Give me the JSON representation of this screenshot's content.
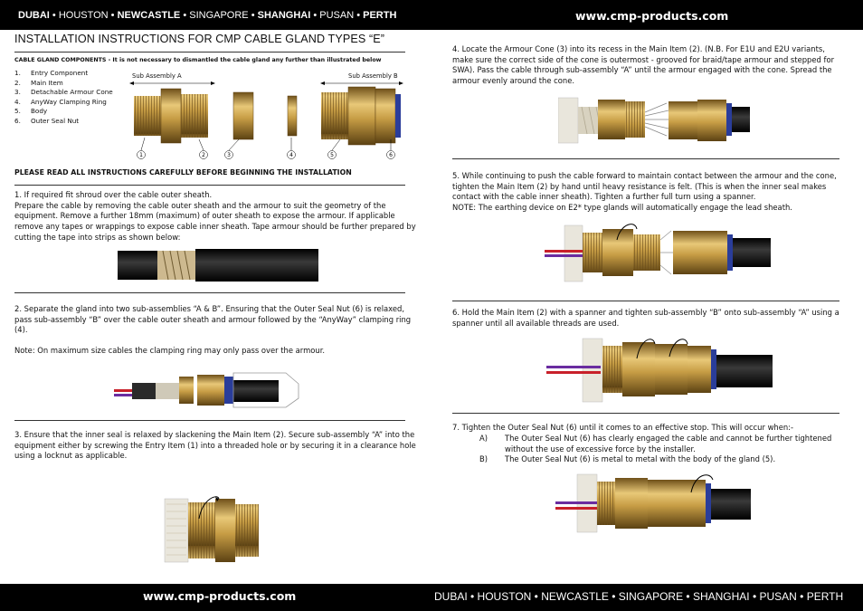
{
  "header": {
    "cities": [
      {
        "text": "DUBAI",
        "bold": true
      },
      {
        "text": " • ",
        "bold": false
      },
      {
        "text": "HOUSTON",
        "bold": false
      },
      {
        "text": " • ",
        "bold": false
      },
      {
        "text": "NEWCASTLE",
        "bold": true
      },
      {
        "text": " • ",
        "bold": false
      },
      {
        "text": "SINGAPORE",
        "bold": false
      },
      {
        "text": " • ",
        "bold": false
      },
      {
        "text": "SHANGHAI",
        "bold": true
      },
      {
        "text": "  • ",
        "bold": false
      },
      {
        "text": "PUSAN",
        "bold": false
      },
      {
        "text": " • ",
        "bold": false
      },
      {
        "text": "PERTH",
        "bold": true
      }
    ],
    "url": "www.cmp-products.com"
  },
  "footer": {
    "url": "www.cmp-products.com",
    "cities": "DUBAI • HOUSTON • NEWCASTLE • SINGAPORE • SHANGHAI  • PUSAN • PERTH"
  },
  "title": "INSTALLATION INSTRUCTIONS FOR CMP CABLE GLAND TYPES “E”",
  "components_caution": "CABLE GLAND COMPONENTS - It is not necessary to dismantled the cable gland any further than illustrated below",
  "components": [
    {
      "n": "1.",
      "label": "Entry Component"
    },
    {
      "n": "2.",
      "label": "Main Item"
    },
    {
      "n": "3.",
      "label": "Detachable Armour Cone"
    },
    {
      "n": "4.",
      "label": "AnyWay Clamping Ring"
    },
    {
      "n": "5.",
      "label": "Body"
    },
    {
      "n": "6.",
      "label": "Outer Seal Nut"
    }
  ],
  "sub_assembly_a": "Sub Assembly A",
  "sub_assembly_b": "Sub Assembly B",
  "callouts": [
    "1",
    "2",
    "3",
    "4",
    "5",
    "6"
  ],
  "warning": "PLEASE READ ALL INSTRUCTIONS CAREFULLY BEFORE BEGINNING THE INSTALLATION",
  "steps": {
    "s1": "1. If required fit shroud over the cable outer sheath.\nPrepare the cable by removing the cable outer sheath and the armour to suit the geometry of the equipment.  Remove a further 18mm (maximum) of outer sheath to expose the armour.  If applicable remove any tapes or wrappings to expose cable inner sheath.  Tape armour should be further prepared by cutting the tape into strips as shown below:",
    "s2": "2. Separate the gland into two sub-assemblies “A & B”.  Ensuring that the Outer Seal Nut (6) is relaxed, pass sub-assembly “B” over the cable outer sheath and armour followed by the “AnyWay” clamping ring (4).",
    "s2_note": "Note: On maximum size cables the clamping ring may only pass over the armour.",
    "s3": "3. Ensure that the inner seal is relaxed by slackening the Main Item (2).  Secure sub-assembly “A” into the equipment either by screwing the Entry Item (1) into a threaded hole or by securing it in a clearance hole using a locknut as applicable.",
    "s4": "4. Locate the Armour Cone (3) into its recess in the Main Item (2).  (N.B. For E1U and E2U variants, make sure the correct side of the cone is outermost - grooved for braid/tape armour and stepped for SWA).  Pass the cable through sub-assembly “A” until the armour engaged with the cone.  Spread the armour evenly around the cone.",
    "s5": "5. While continuing to push the cable forward to maintain contact between the armour and the cone, tighten the Main Item (2) by hand until heavy resistance is felt.  (This is when the inner seal makes contact with the cable inner sheath).  Tighten a further full turn using a spanner.",
    "s5_note": "NOTE: The earthing device on E2* type glands will automatically engage the lead sheath.",
    "s6": "6. Hold the Main Item (2) with a spanner and tighten sub-assembly “B” onto sub-assembly “A” using a spanner until all available threads are used.",
    "s7": "7. Tighten the Outer Seal Nut (6) until it comes to an effective stop.  This will occur when:-",
    "s7_items": [
      {
        "k": "A)",
        "v": "The Outer Seal Nut (6) has clearly engaged the cable and cannot be further tightened without the use of excessive force by the installer."
      },
      {
        "k": "B)",
        "v": "The Outer Seal Nut (6) is metal to metal with the body of the gland (5)."
      }
    ]
  },
  "colors": {
    "brass": "#c9a04a",
    "brass_dark": "#7a5a1e",
    "cable": "#111111",
    "seal": "#2a3d9a",
    "red": "#c8202a",
    "purple": "#6a2ca0"
  }
}
